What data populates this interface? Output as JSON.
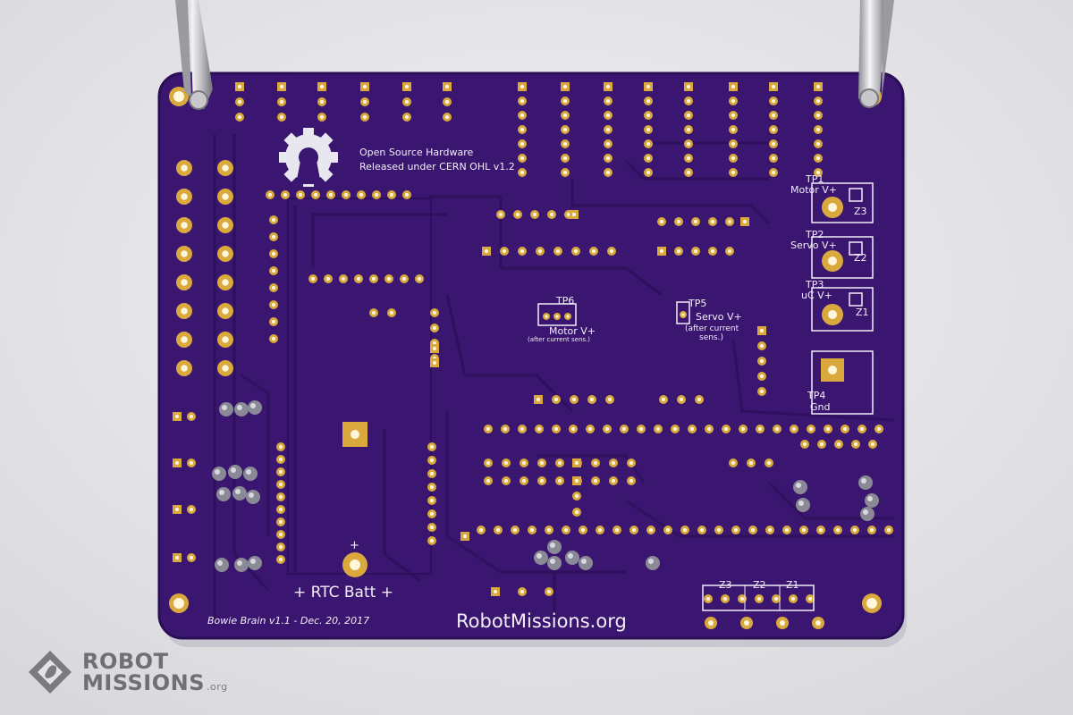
{
  "image": {
    "subject": "Bowie Brain circuit board (bottom side) held by alligator clips",
    "colors": {
      "background": "#e4e4e6",
      "board": "#3a1670",
      "board_edge": "#2a0e55",
      "pad_gold": "#d9a93e",
      "silkscreen": "#f2eef8",
      "solder": "#8a8a96"
    }
  },
  "board": {
    "oshw_line1": "Open Source Hardware",
    "oshw_line2": "Released under CERN OHL v1.2",
    "tp1": {
      "label": "TP1",
      "desc": "Motor V+",
      "zone": "Z3"
    },
    "tp2": {
      "label": "TP2",
      "desc": "Servo V+",
      "zone": "Z2"
    },
    "tp3": {
      "label": "TP3",
      "desc": "uC V+",
      "zone": "Z1"
    },
    "tp4": {
      "label": "TP4",
      "desc": "Gnd"
    },
    "tp5": {
      "label": "TP5",
      "desc": "Servo V+",
      "note1": "(after current",
      "note2": "sens.)"
    },
    "tp6": {
      "label": "TP6",
      "desc": "Motor V+",
      "note": "(after current sens.)"
    },
    "rtc_plus": "+",
    "rtc_label": "+ RTC Batt +",
    "version": "Bowie Brain v1.1 - Dec. 20, 2017",
    "website": "RobotMissions.org",
    "zones": [
      "Z3",
      "Z2",
      "Z1"
    ]
  },
  "watermark": {
    "line1": "ROBOT",
    "line2": "MISSIONS",
    "suffix": ".org"
  }
}
